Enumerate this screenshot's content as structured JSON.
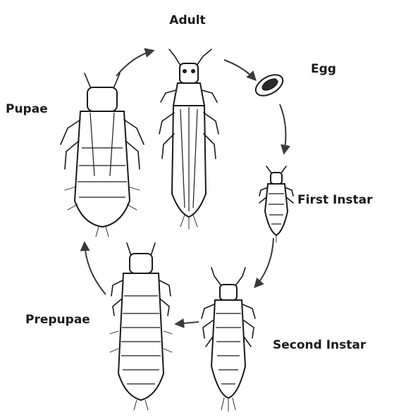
{
  "diagram": {
    "stages": {
      "adult": "Adult",
      "egg": "Egg",
      "first_instar": "First Instar",
      "second_instar": "Second Instar",
      "prepupae": "Prepupae",
      "pupae": "Pupae"
    },
    "colors": {
      "line": "#1a1a1a",
      "arrow": "#3a3a3a",
      "background": "#ffffff"
    }
  }
}
